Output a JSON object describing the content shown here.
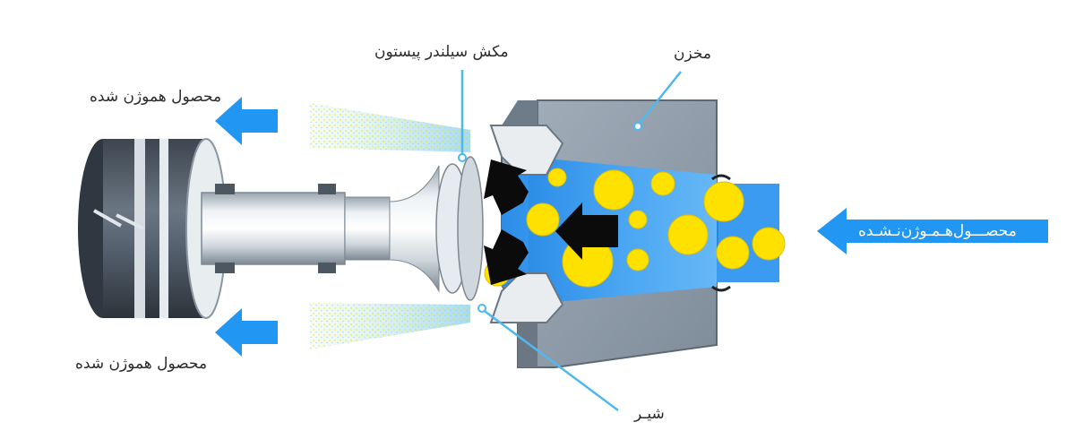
{
  "labels": {
    "piston_suction": "مکش سیلندر پیستون",
    "reservoir": "مخزن",
    "homogenized_top": "محصول هموژن شده",
    "homogenized_bottom": "محصول هموژن شده",
    "unhomogenized": "محصـــول‌هـمـوژن‌نـشـده",
    "valve": "شیـر"
  },
  "colors": {
    "accent_blue": "#2196f3",
    "pointer_blue": "#4fb8ee",
    "yellow_particle": "#ffe100",
    "reservoir_gray": "#8c9aa8",
    "dark_arrow": "#0b0b0b"
  }
}
